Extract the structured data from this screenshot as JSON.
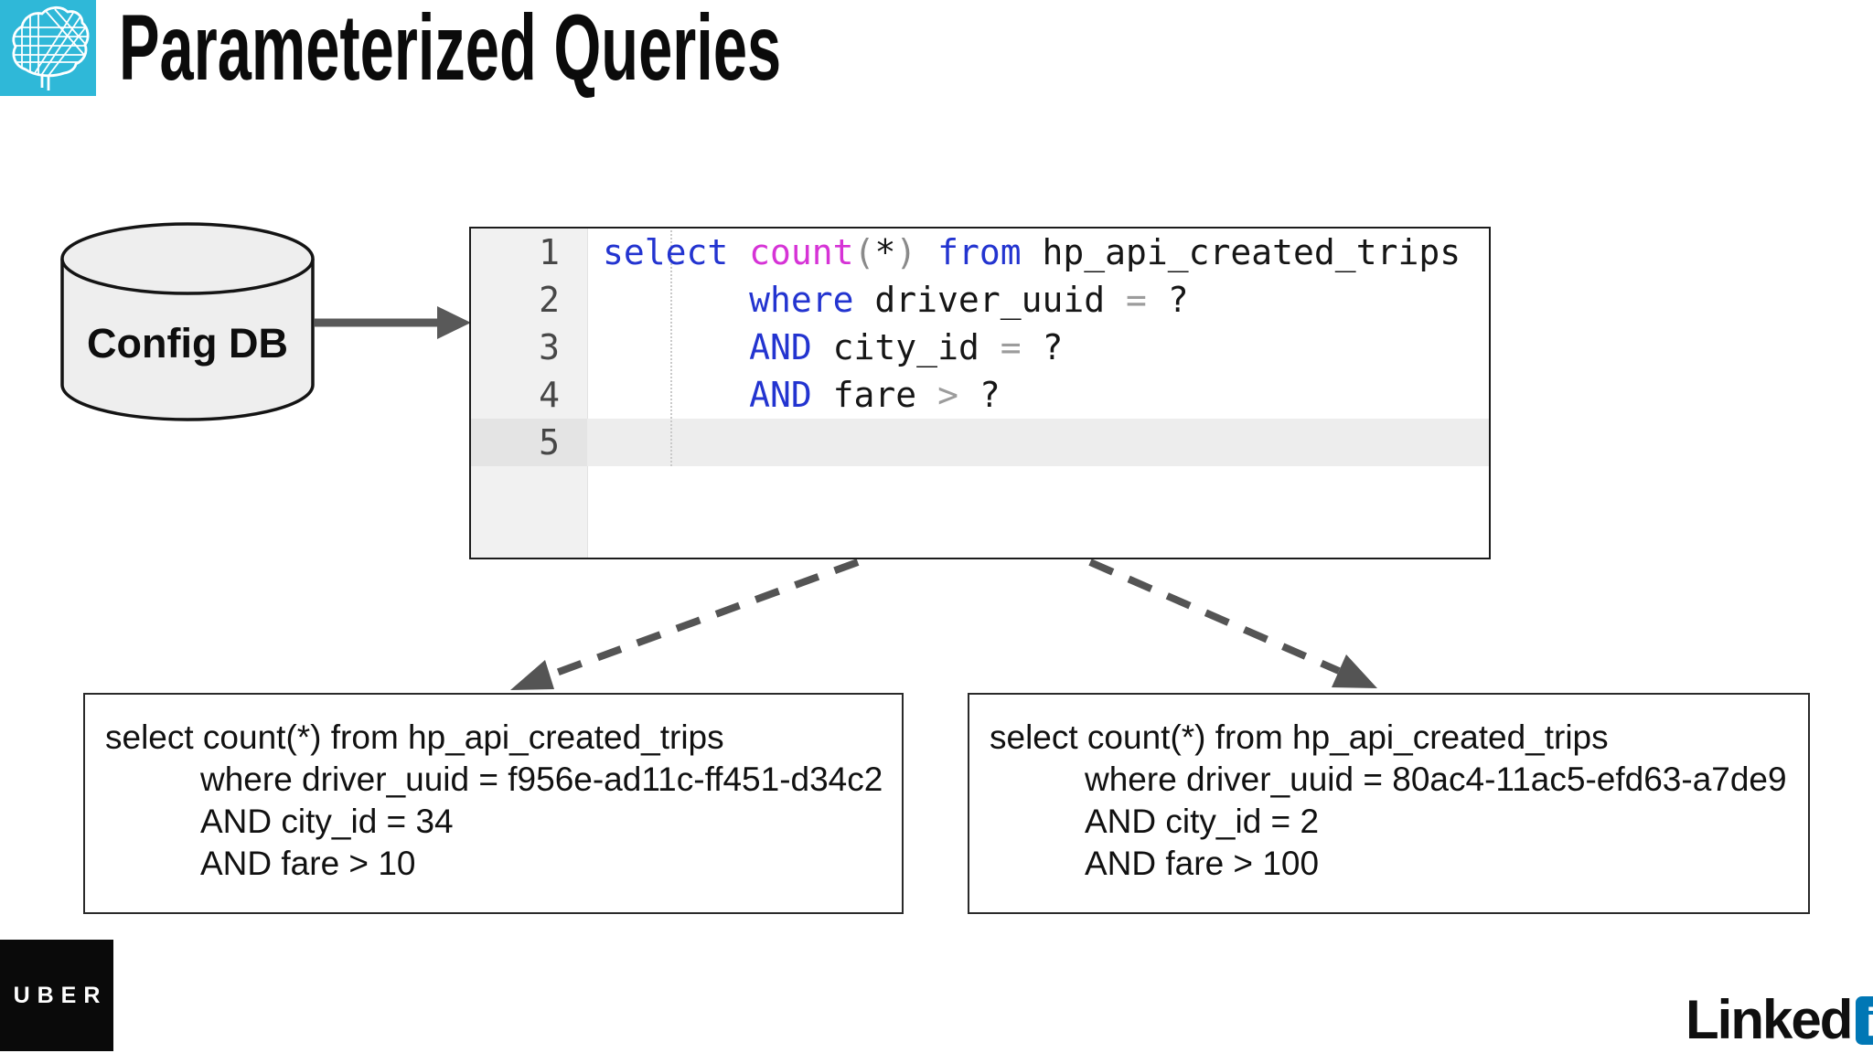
{
  "header": {
    "title": "Parameterized Queries",
    "logo_icon": "brain-grid-icon",
    "logo_color": "#2fb8d8"
  },
  "diagram": {
    "config_db": {
      "label": "Config DB"
    },
    "editor": {
      "line_numbers": [
        "1",
        "2",
        "3",
        "4",
        "5"
      ],
      "lines": [
        {
          "tokens": [
            {
              "t": "kw",
              "s": "select"
            },
            {
              "t": "tx",
              "s": " "
            },
            {
              "t": "fn",
              "s": "count"
            },
            {
              "t": "gr",
              "s": "("
            },
            {
              "t": "tx",
              "s": "*"
            },
            {
              "t": "gr",
              "s": ")"
            },
            {
              "t": "tx",
              "s": " "
            },
            {
              "t": "kw",
              "s": "from"
            },
            {
              "t": "tx",
              "s": " hp_api_created_trips"
            }
          ]
        },
        {
          "tokens": [
            {
              "t": "tx",
              "s": "       "
            },
            {
              "t": "kw",
              "s": "where"
            },
            {
              "t": "tx",
              "s": " driver_uuid "
            },
            {
              "t": "op",
              "s": "="
            },
            {
              "t": "tx",
              "s": " ?"
            }
          ]
        },
        {
          "tokens": [
            {
              "t": "tx",
              "s": "       "
            },
            {
              "t": "kw",
              "s": "AND"
            },
            {
              "t": "tx",
              "s": " city_id "
            },
            {
              "t": "op",
              "s": "="
            },
            {
              "t": "tx",
              "s": " ?"
            }
          ]
        },
        {
          "tokens": [
            {
              "t": "tx",
              "s": "       "
            },
            {
              "t": "kw",
              "s": "AND"
            },
            {
              "t": "tx",
              "s": " fare "
            },
            {
              "t": "op",
              "s": ">"
            },
            {
              "t": "tx",
              "s": " ?"
            }
          ]
        },
        {
          "tokens": []
        }
      ]
    },
    "query_left": {
      "lines": [
        "select count(*) from hp_api_created_trips",
        "where driver_uuid = f956e-ad11c-ff451-d34c2",
        "AND city_id = 34",
        "AND fare > 10"
      ]
    },
    "query_right": {
      "lines": [
        "select count(*) from hp_api_created_trips",
        "where driver_uuid = 80ac4-11ac5-efd63-a7de9",
        "AND city_id = 2",
        "AND fare > 100"
      ]
    }
  },
  "footer": {
    "uber_label": "UBER",
    "linkedin_word": "Linked",
    "linkedin_badge": "in",
    "registered_mark": "®"
  },
  "colors": {
    "accent_cyan": "#2fb8d8",
    "keyword_blue": "#2334d0",
    "function_magenta": "#d633d6",
    "paren_gray": "#8a8a8a",
    "operator_gray": "#9c9c9c",
    "arrow_gray": "#595959",
    "linkedin_blue": "#0077b5"
  }
}
